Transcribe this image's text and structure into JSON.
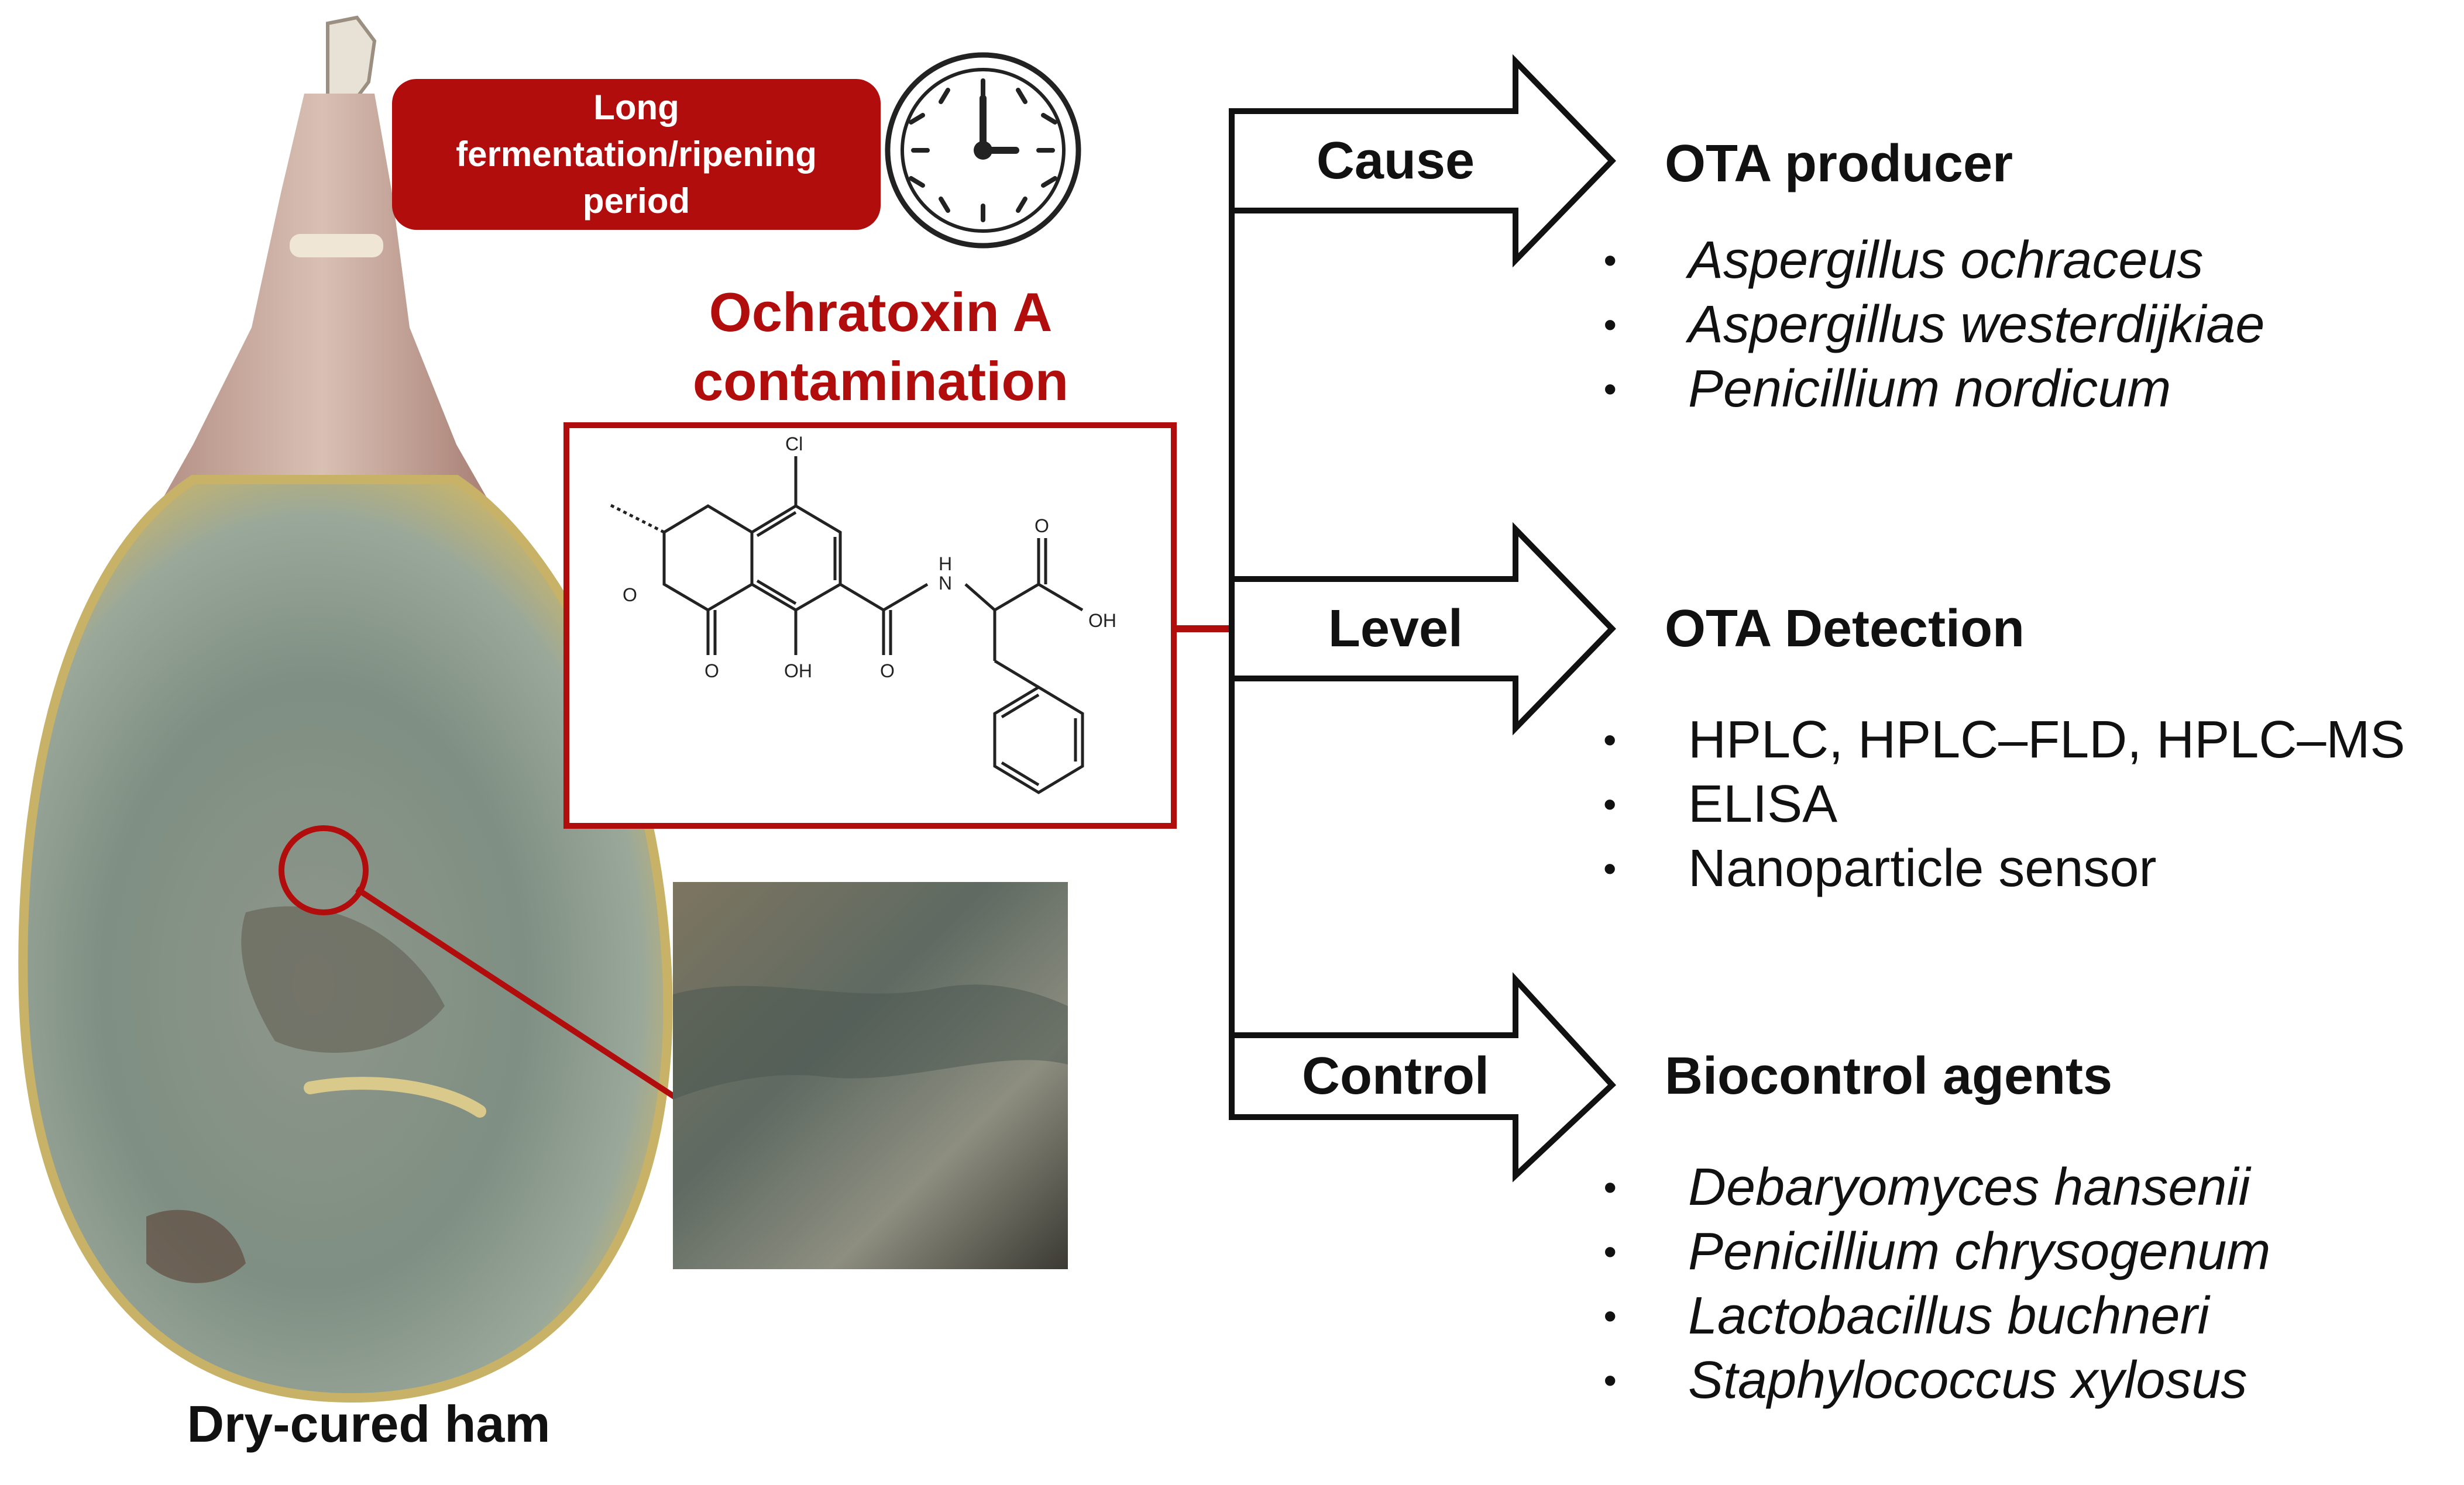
{
  "ham": {
    "caption": "Dry-cured ham"
  },
  "ripening": {
    "label": "Long\nfermentation/ripening\nperiod",
    "icon": "clock-icon"
  },
  "toxin": {
    "title": "Ochratoxin A contamination",
    "atoms": {
      "cl": "Cl",
      "o_ring": "O",
      "o_lactone": "O",
      "oh_phenol": "OH",
      "nh": "N",
      "h": "H",
      "o_amide": "O",
      "o_acid": "O",
      "oh_acid": "OH"
    }
  },
  "branches": [
    {
      "arrow_label": "Cause",
      "title": "OTA producer",
      "italic": true,
      "items": [
        "Aspergillus ochraceus",
        "Aspergillus westerdijkiae",
        "Penicillium nordicum"
      ]
    },
    {
      "arrow_label": "Level",
      "title": "OTA Detection",
      "italic": false,
      "items": [
        "HPLC, HPLC–FLD, HPLC–MS",
        "ELISA",
        "Nanoparticle sensor"
      ]
    },
    {
      "arrow_label": "Control",
      "title": "Biocontrol agents",
      "italic": true,
      "items": [
        "Debaryomyces hansenii",
        "Penicillium chrysogenum",
        "Lactobacillus buchneri",
        "Staphylococcus xylosus"
      ]
    }
  ],
  "colors": {
    "accent_red": "#b10d0d",
    "outline": "#111111",
    "ham_rind": "#8c9a8a",
    "ham_shank": "#c9a999"
  }
}
